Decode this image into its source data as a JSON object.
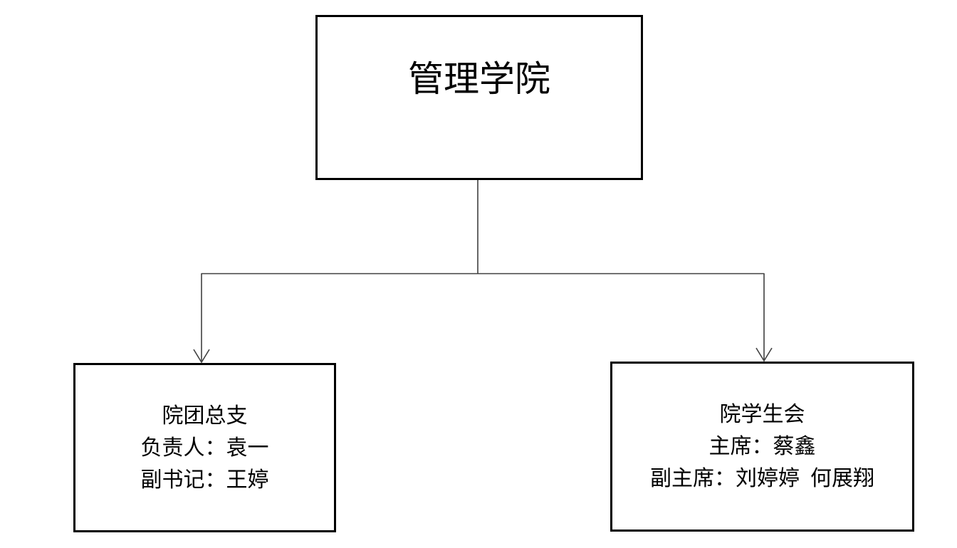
{
  "colors": {
    "background": "#ffffff",
    "box_border": "#000000",
    "text": "#000000",
    "connector_line": "#404040"
  },
  "org_chart": {
    "nodes": {
      "root": {
        "label": "管理学院"
      },
      "youth_league_branch": {
        "lines": [
          "院团总支",
          "负责人：袁一",
          "副书记：王婷"
        ]
      },
      "student_union": {
        "lines": [
          "院学生会",
          "主席：蔡鑫",
          "副主席：刘婷婷  何展翔"
        ]
      }
    }
  }
}
